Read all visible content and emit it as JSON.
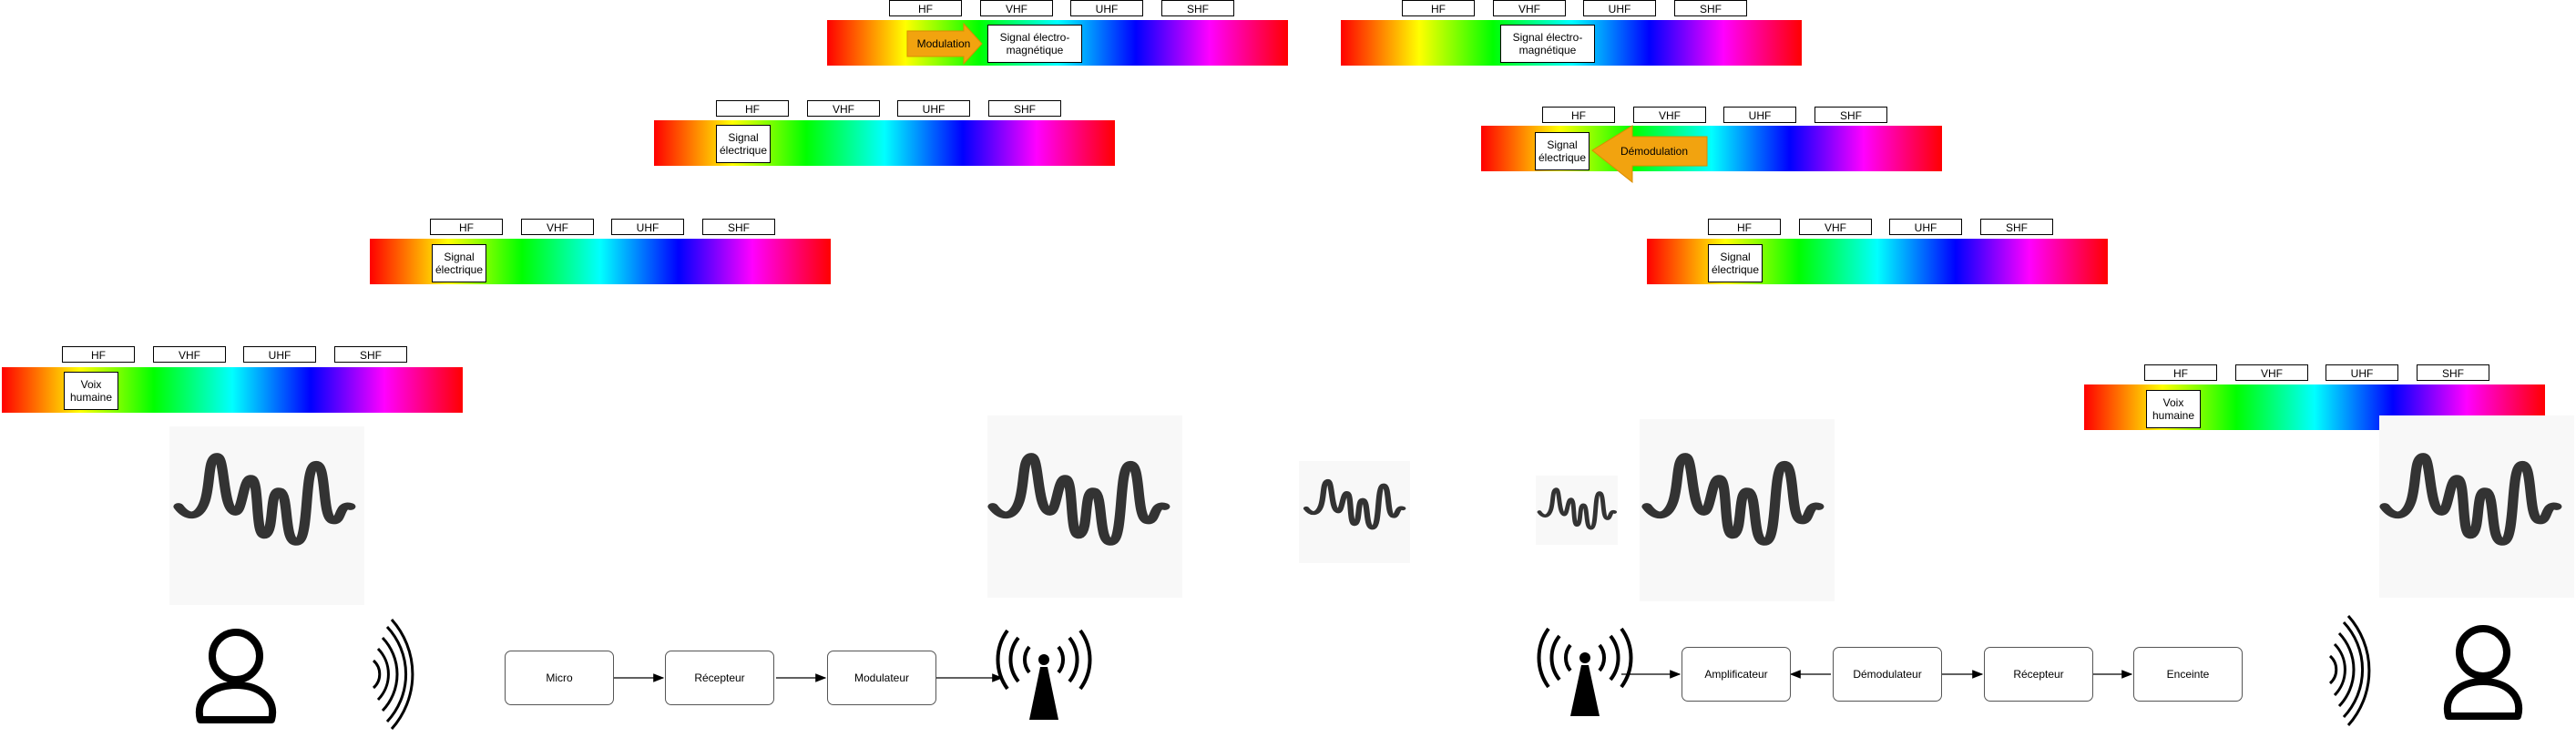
{
  "bands": [
    "HF",
    "VHF",
    "UHF",
    "SHF"
  ],
  "labels": {
    "voix": "Voix\nhumaine",
    "signal_elec": "Signal\nélectrique",
    "signal_em": "Signal électro-\nmagnétique",
    "modulation": "Modulation",
    "demodulation": "Démodulation"
  },
  "emitter_chain": [
    "Micro",
    "Récepteur",
    "Modulateur"
  ],
  "receiver_chain": [
    "Amplificateur",
    "Démodulateur",
    "Récepteur",
    "Enceinte"
  ],
  "colors": {
    "modulation_arrow": "#f2a30f",
    "node_border": "#555555"
  },
  "icons": [
    "person-icon",
    "sound-waves-icon",
    "antenna-icon",
    "waveform-icon"
  ]
}
